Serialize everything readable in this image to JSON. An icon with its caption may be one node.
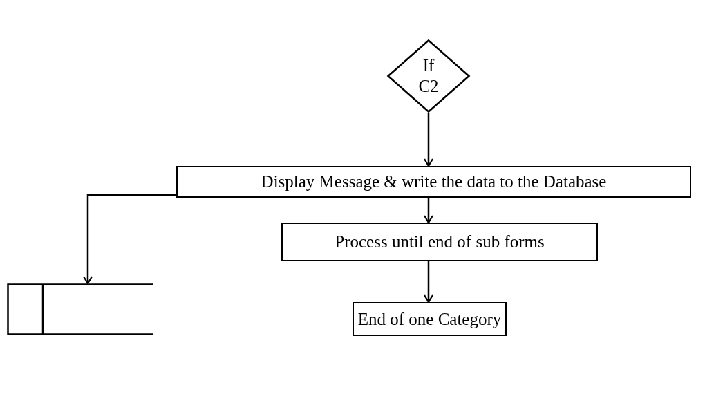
{
  "diagram": {
    "nodes": [
      {
        "text": [
          "If C2"
        ]
      },
      {
        "text": [
          "Display Message & write the data to the Database"
        ]
      },
      {
        "text": [],
        "shape": "box"
      },
      {
        "text": [
          "Process until end of sub forms"
        ]
      },
      {
        "text": [
          "End of one Category"
        ]
      }
    ],
    "edges": [
      {
        "from": 0,
        "to": 1,
        "arrow": "to"
      },
      {
        "from": 1,
        "to": 2,
        "arrow": "to"
      },
      {
        "from": 1,
        "to": 3,
        "arrow": "to"
      },
      {
        "from": 3,
        "to": 4,
        "arrow": "to"
      }
    ]
  }
}
